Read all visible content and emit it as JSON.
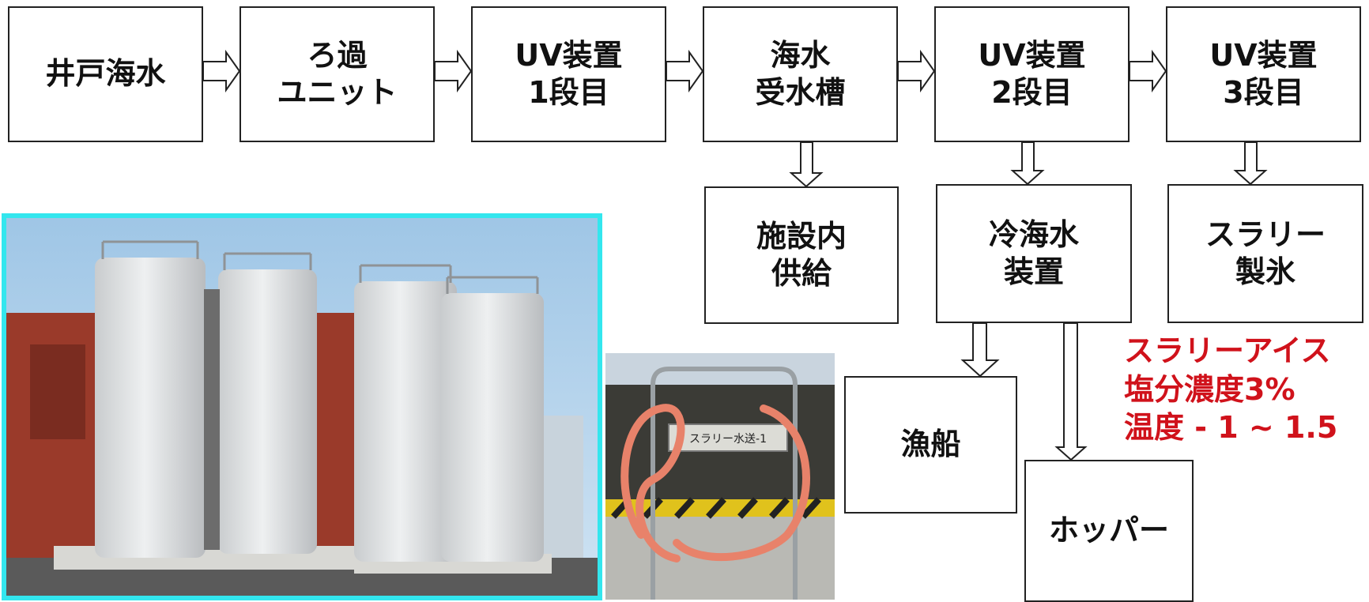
{
  "boxes": {
    "well": "井戸海水",
    "filter": "ろ過\nユニット",
    "uv1": "UV装置\n1段目",
    "tank": "海水\n受水槽",
    "uv2": "UV装置\n2段目",
    "uv3": "UV装置\n3段目",
    "supply": "施設内\n供給",
    "chiller": "冷海水\n装置",
    "slurry": "スラリー\n製氷",
    "boat": "漁船",
    "hopper": "ホッパー"
  },
  "note": {
    "line1": "スラリーアイス",
    "line2": "塩分濃度3%",
    "line3": "温度 - 1 ~ 1.5"
  },
  "photo2": {
    "sign": "スラリー水送-1"
  },
  "colors": {
    "note": "#d0121b",
    "photo1_border": "#33e6ee"
  }
}
